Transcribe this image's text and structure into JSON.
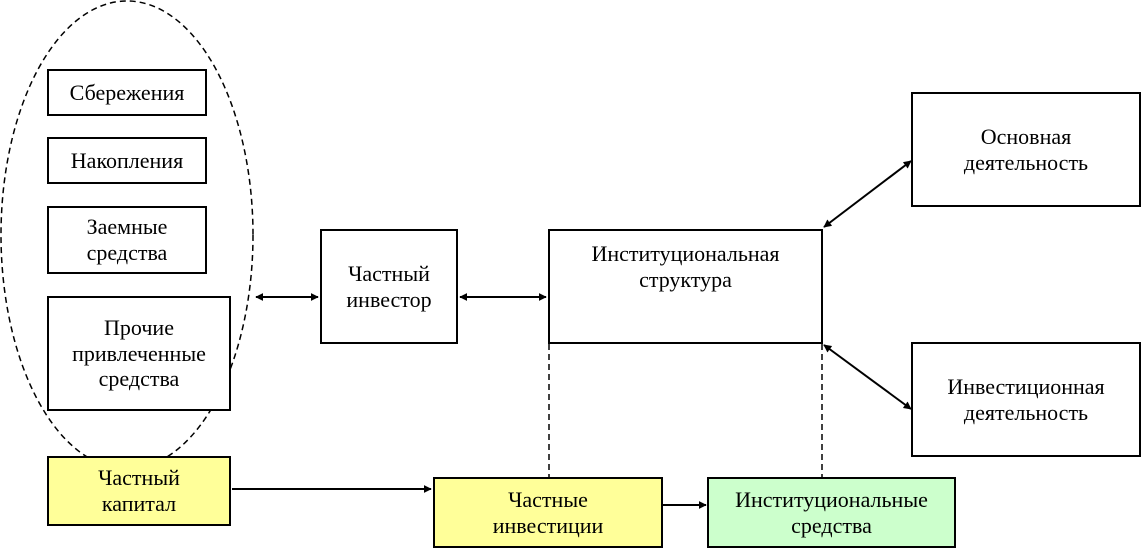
{
  "colors": {
    "private_fill": "#ffff99",
    "institutional_fill": "#ccffcc",
    "line": "#000000"
  },
  "nodes": {
    "savings": "Сбережения",
    "accumulations": "Накопления",
    "borrowed_funds": "Заемные\nсредства",
    "other_funds": "Прочие\nпривлеченные\nсредства",
    "private_capital": "Частный\nкапитал",
    "private_investor": "Частный\nинвестор",
    "institutional_structure": "Институциональная\nструктура",
    "main_activity": "Основная\nдеятельность",
    "investment_activity": "Инвестиционная\nдеятельность",
    "private_investments": "Частные\nинвестиции",
    "institutional_funds": "Институциональные\nсредства"
  }
}
